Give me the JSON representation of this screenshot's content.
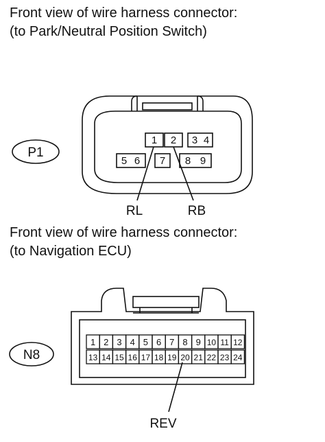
{
  "section1": {
    "caption_line1": "Front view of wire harness connector:",
    "caption_line2": "(to Park/Neutral Position Switch)",
    "connector_id": "P1",
    "pins": [
      "1",
      "2",
      "3",
      "4",
      "5",
      "6",
      "7",
      "8",
      "9"
    ],
    "wires": [
      {
        "label": "RL",
        "pin": "1"
      },
      {
        "label": "RB",
        "pin": "2"
      }
    ]
  },
  "section2": {
    "caption_line1": "Front view of wire harness connector:",
    "caption_line2": "(to Navigation ECU)",
    "connector_id": "N8",
    "pins_row1": [
      "1",
      "2",
      "3",
      "4",
      "5",
      "6",
      "7",
      "8",
      "9",
      "10",
      "11",
      "12"
    ],
    "pins_row2": [
      "13",
      "14",
      "15",
      "16",
      "17",
      "18",
      "19",
      "20",
      "21",
      "22",
      "23",
      "24"
    ],
    "wires": [
      {
        "label": "REV",
        "pin": "20"
      }
    ]
  }
}
